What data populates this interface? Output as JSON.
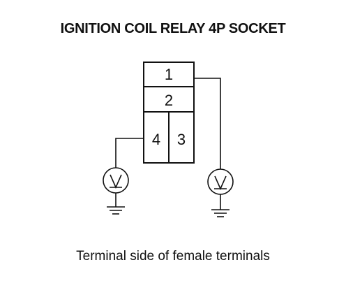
{
  "title": "IGNITION COIL RELAY 4P SOCKET",
  "caption": "Terminal side of female terminals",
  "connector": {
    "terminals": [
      {
        "label": "1"
      },
      {
        "label": "2"
      },
      {
        "label": "4"
      },
      {
        "label": "3"
      }
    ]
  },
  "meters": [
    {
      "symbol": "V"
    },
    {
      "symbol": "V"
    }
  ]
}
